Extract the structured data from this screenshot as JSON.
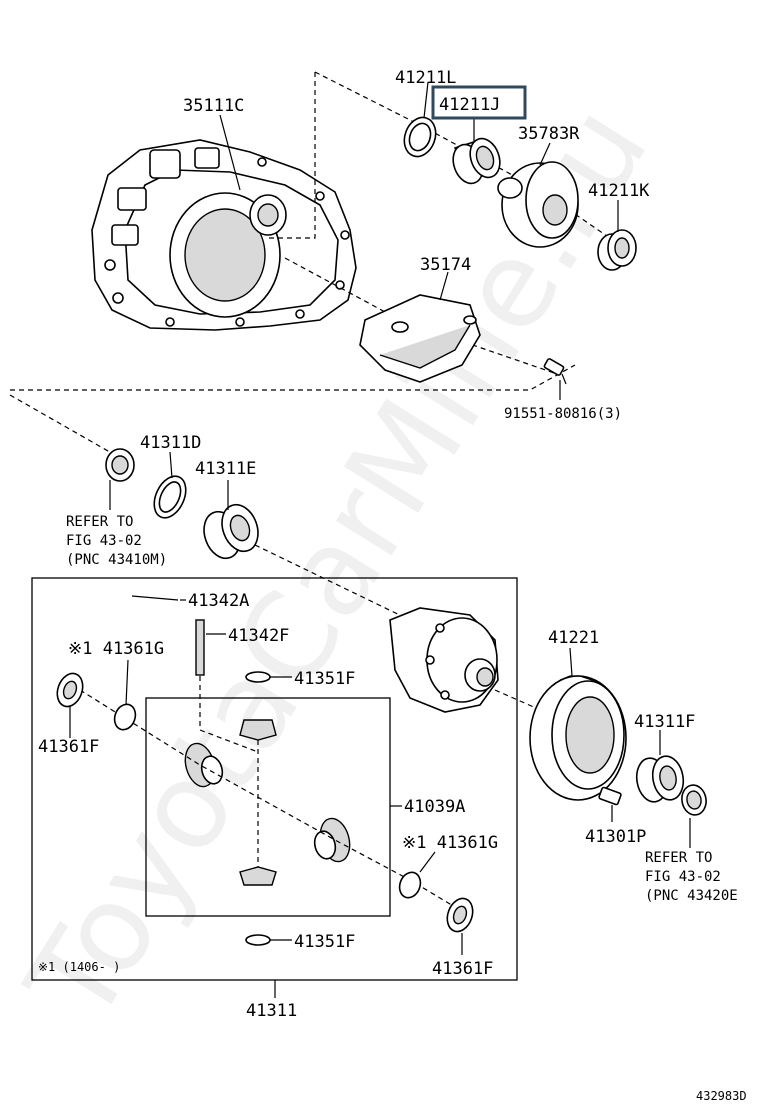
{
  "watermark": "ToyotaCarMine.ru",
  "highlight_color": "#2f4a5c",
  "diagram_code": "432983D",
  "labels": {
    "p35111c": "35111C",
    "p41211l": "41211L",
    "p41211j": "41211J",
    "p35783r": "35783R",
    "p41211k": "41211K",
    "p35174": "35174",
    "p91551": "91551-80816(3)",
    "p41311d": "41311D",
    "p41311e": "41311E",
    "refer1_l1": "REFER TO",
    "refer1_l2": "FIG 43-02",
    "refer1_l3": "(PNC 43410M)",
    "p41342a": "41342A",
    "p41342f": "41342F",
    "p41361g_top": "※1 41361G",
    "p41351f_top": "41351F",
    "p41361f_left": "41361F",
    "p41221": "41221",
    "p41311f": "41311F",
    "p41039a": "41039A",
    "p41301p": "41301P",
    "p41361g_bottom": "※1 41361G",
    "refer2_l1": "REFER TO",
    "refer2_l2": "FIG 43-02",
    "refer2_l3": "(PNC 43420E",
    "p41351f_bottom": "41351F",
    "p41361f_right": "41361F",
    "note": "※1 (1406-     )",
    "p41311": "41311"
  }
}
